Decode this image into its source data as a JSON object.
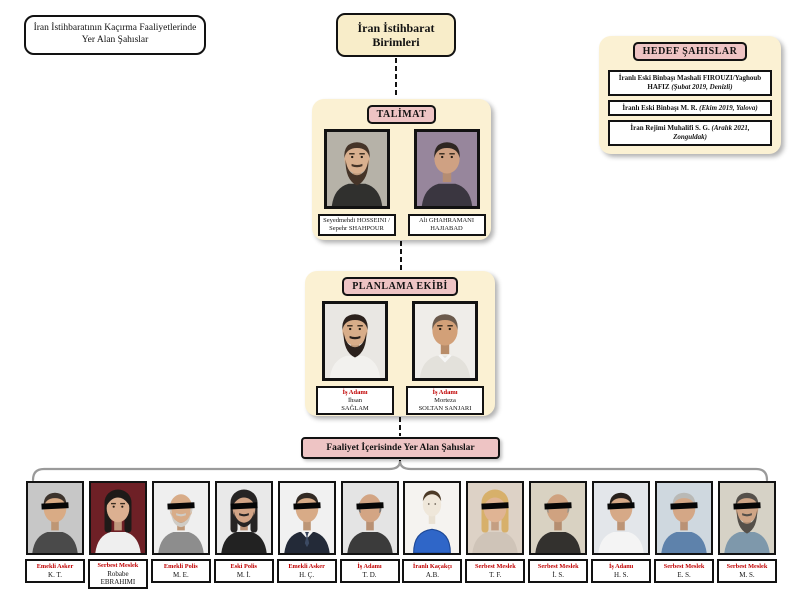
{
  "colors": {
    "cream": "#fbf1d3",
    "cream2": "#f8edc9",
    "pink": "#eec4c4",
    "red": "#c00000",
    "ink": "#121212",
    "brace": "#9a9a9a"
  },
  "legend": {
    "text": "İran İstihbaratının Kaçırma Faaliyetlerinde Yer Alan Şahıslar"
  },
  "root": {
    "title": "İran İstihbarat Birimleri"
  },
  "hedef": {
    "header": "HEDEF ŞAHISLAR",
    "items": [
      {
        "text": "İranlı Eski Binbaşı Mashali FIROUZI/Yaghoub HAFIZ",
        "note": " (Şubat 2019, Denizli)"
      },
      {
        "text": "İranlı Eski Binbaşı M. R.",
        "note": " (Ekim 2019, Yalova)"
      },
      {
        "text": "İran Rejimi Muhalifi S. G.",
        "note": " (Aralık 2021, Zonguldak)"
      }
    ]
  },
  "talimat": {
    "header": "TALİMAT",
    "members": [
      {
        "name": "Seyedmehdi HOSSEINI /\nSepehr SHAHPOUR",
        "portrait": {
          "bg": "#b6b2a8",
          "skin": "#d9b08f",
          "hair": "#453428",
          "shirt": "#30302e",
          "beard": true,
          "longBeard": true,
          "censor": false
        }
      },
      {
        "name": "Ali GHAHRAMANI\nHAJIABAD",
        "portrait": {
          "bg": "#97869c",
          "skin": "#cfa183",
          "hair": "#2e2622",
          "shirt": "#3a3640",
          "censor": false
        }
      }
    ]
  },
  "planlama": {
    "header": "PLANLAMA EKİBİ",
    "members": [
      {
        "role": "İş Adamı",
        "name": "İhsan\nSAĞLAM",
        "portrait": {
          "bg": "#e9e7e3",
          "skin": "#d8ad89",
          "hair": "#2b211c",
          "shirt": "#f2f1ee",
          "beard": true,
          "longBeard": true,
          "censor": false
        }
      },
      {
        "role": "İş Adamı",
        "name": "Morteza\nSOLTAN SANJARI",
        "portrait": {
          "bg": "#efede9",
          "skin": "#d2a078",
          "hair": "#6b5a4c",
          "shirt": "#e3e1db",
          "collar": true,
          "censor": false
        }
      }
    ]
  },
  "faaliyet": {
    "header": "Faaliyet İçerisinde Yer Alan Şahıslar",
    "people": [
      {
        "role": "Emekli Asker",
        "name": "K. T.",
        "portrait": {
          "bg": "#c7c7c7",
          "skin": "#d9ab85",
          "hair": "#3c332c",
          "shirt": "#4a4a4a",
          "censor": true
        }
      },
      {
        "role": "Serbest Meslek",
        "name": "Robabe EBRAHIMI",
        "portrait": {
          "bg": "#6e2026",
          "skin": "#dcb091",
          "hair": "#1e1a18",
          "shirt": "#efefef",
          "female": true,
          "censor": false
        }
      },
      {
        "role": "Emekli Polis",
        "name": "M. E.",
        "portrait": {
          "bg": "#efefef",
          "skin": "#d8ac88",
          "hair": "#cfccc6",
          "shirt": "#8d8d8d",
          "bald": true,
          "beard": true,
          "censor": true
        }
      },
      {
        "role": "Eski Polis",
        "name": "M. İ.",
        "portrait": {
          "bg": "#e9e9e9",
          "skin": "#d2a486",
          "hair": "#262424",
          "shirt": "#222222",
          "female": true,
          "beard": true,
          "censor": true
        }
      },
      {
        "role": "Emekli Asker",
        "name": "H. Ç.",
        "portrait": {
          "bg": "#f1f1f1",
          "skin": "#d8ab87",
          "hair": "#322a24",
          "shirt": "#232a38",
          "collar": true,
          "tie": true,
          "censor": true
        }
      },
      {
        "role": "İş Adamı",
        "name": "T. D.",
        "portrait": {
          "bg": "#e4e4e4",
          "skin": "#d3a584",
          "hair": "#777777",
          "shirt": "#3b3b3b",
          "bald": true,
          "censor": true
        }
      },
      {
        "role": "İranlı Kaçakçı",
        "name": "A.B.",
        "portrait": {
          "avatar": true,
          "bg": "#f5f3f0"
        }
      },
      {
        "role": "Serbest Meslek",
        "name": "T. F.",
        "portrait": {
          "bg": "#ddd2c6",
          "skin": "#e0b494",
          "hair": "#d7b06a",
          "shirt": "#cfc4b8",
          "female": true,
          "censor": true
        }
      },
      {
        "role": "Serbest Meslek",
        "name": "İ. S.",
        "portrait": {
          "bg": "#d9d2c2",
          "skin": "#cfa280",
          "hair": "#9a948a",
          "shirt": "#33312e",
          "bald": true,
          "censor": true
        }
      },
      {
        "role": "İş Adamı",
        "name": "H. S.",
        "portrait": {
          "bg": "#e3e6ea",
          "skin": "#d6a987",
          "hair": "#27201c",
          "shirt": "#f4f4f4",
          "censor": true
        }
      },
      {
        "role": "Serbest Meslek",
        "name": "E. S.",
        "portrait": {
          "bg": "#cfd8df",
          "skin": "#d4a786",
          "hair": "#b9b9b6",
          "shirt": "#5e82ab",
          "censor": true
        }
      },
      {
        "role": "Serbest Meslek",
        "name": "M. S.",
        "portrait": {
          "bg": "#d6d2c6",
          "skin": "#cfa586",
          "hair": "#55504a",
          "shirt": "#7e98ab",
          "beard": true,
          "longBeard": true,
          "censor": true
        }
      }
    ]
  }
}
